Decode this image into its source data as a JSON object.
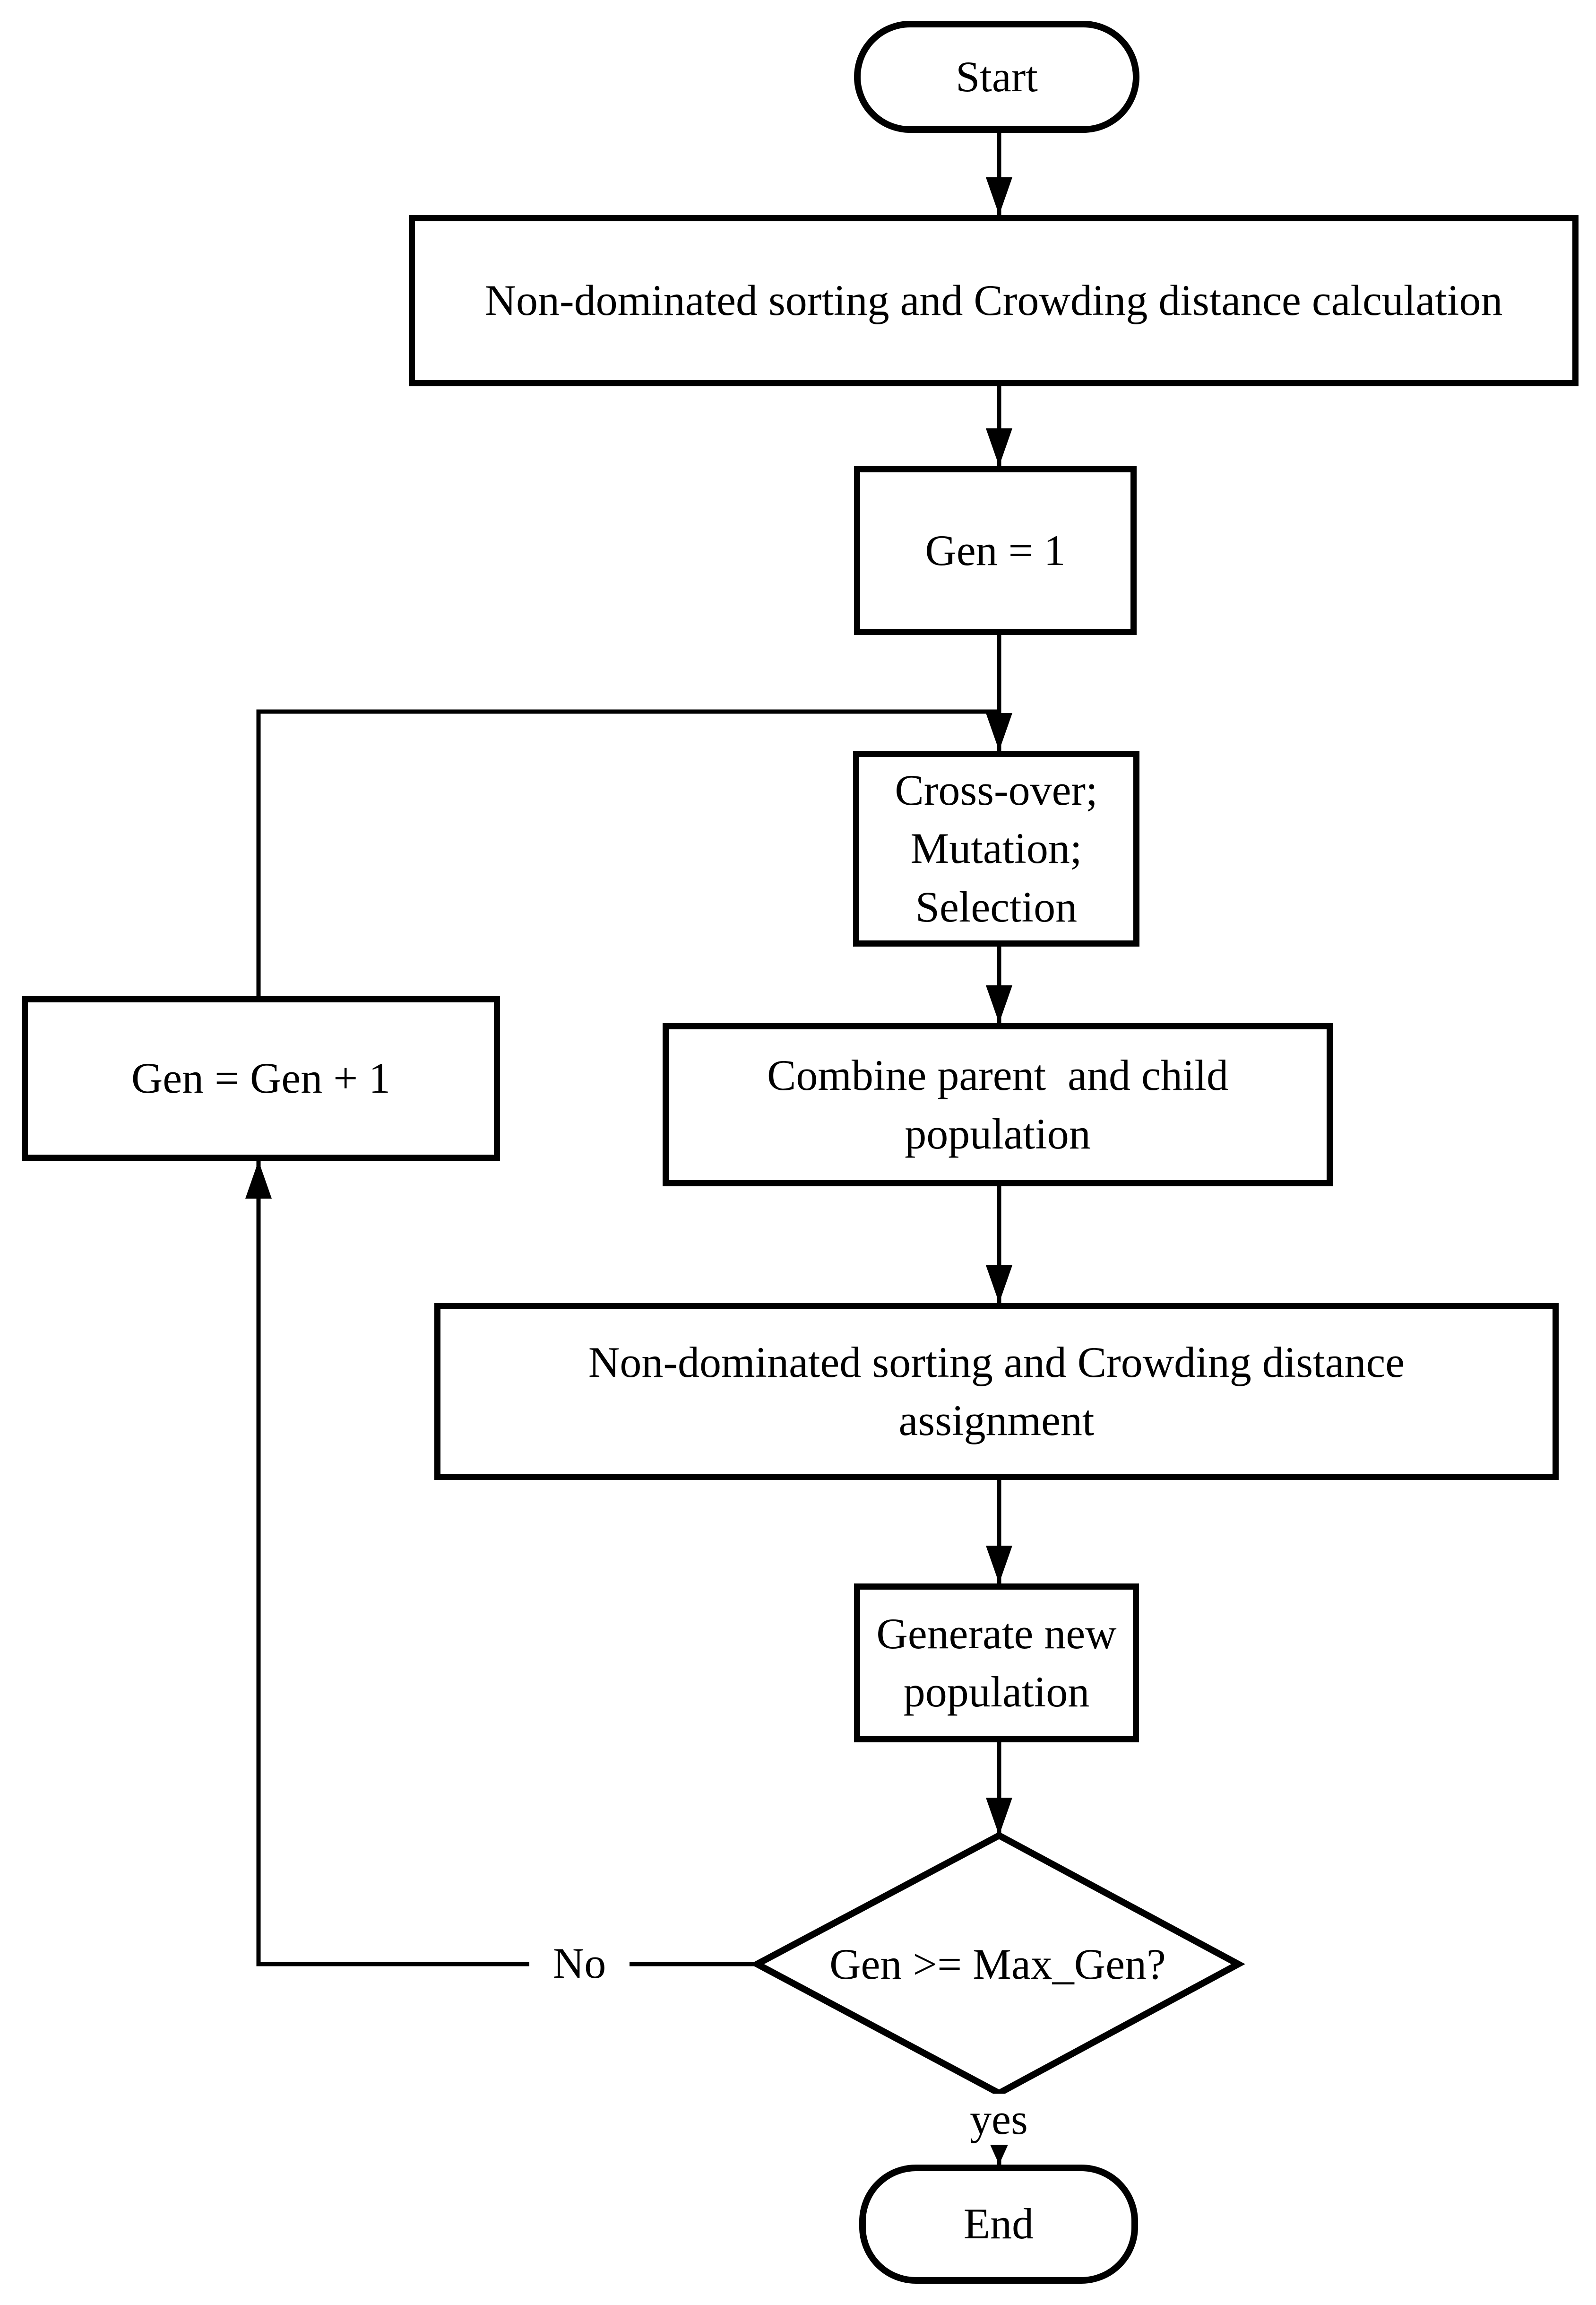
{
  "figure": {
    "title": "NSGA-II genetic algorithm flowchart",
    "background_color": "#ffffff",
    "ink_color": "#000000"
  },
  "nodes": {
    "start": {
      "type": "terminator",
      "label": "Start"
    },
    "nds_calculation": {
      "type": "process",
      "label": "Non-dominated sorting and Crowding distance calculation"
    },
    "gen_init": {
      "type": "process",
      "label": "Gen = 1"
    },
    "crossover": {
      "type": "process",
      "label": "Cross-over;\nMutation;\nSelection"
    },
    "gen_increment": {
      "type": "process",
      "label": "Gen = Gen + 1"
    },
    "combine": {
      "type": "process",
      "label": "Combine parent  and child\npopulation"
    },
    "nds_assignment": {
      "type": "process",
      "label": "Non-dominated sorting and Crowding distance\nassignment"
    },
    "generate_population": {
      "type": "process",
      "label": "Generate new\npopulation"
    },
    "decision": {
      "type": "decision",
      "label": "Gen >= Max_Gen?"
    },
    "end": {
      "type": "terminator",
      "label": "End"
    }
  },
  "edge_labels": {
    "no": "No",
    "yes": "yes"
  }
}
